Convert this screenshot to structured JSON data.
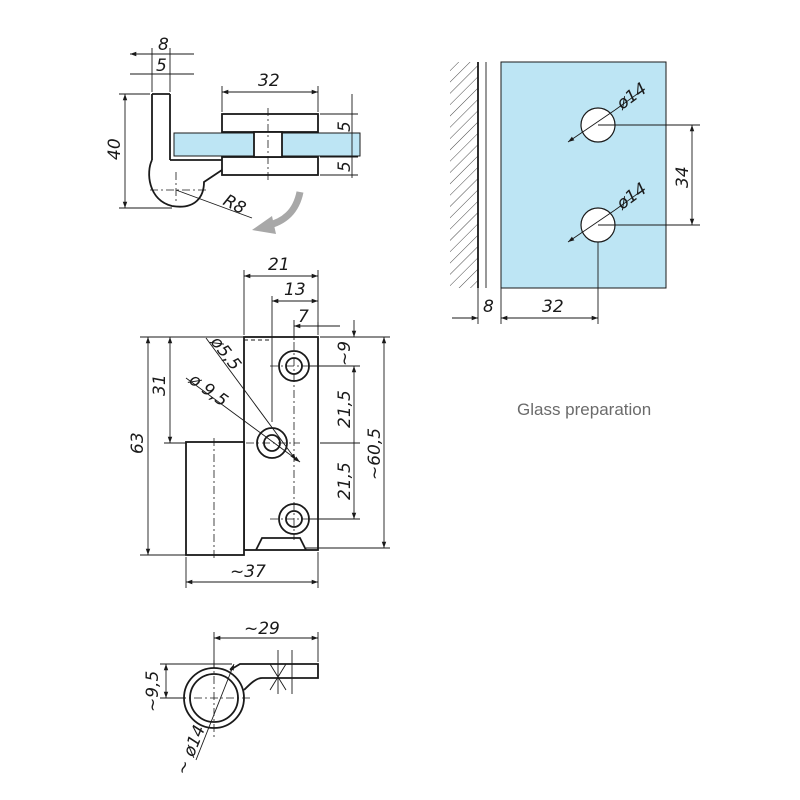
{
  "caption": "Glass preparation",
  "colors": {
    "glass": "#bde5f4",
    "line": "#1a1a1a",
    "caption": "#6b6b6b",
    "arrow": "#a8a8a8"
  },
  "top_view": {
    "d_8": "8",
    "d_5": "5",
    "d_32": "32",
    "d_40": "40",
    "d_5a": "5",
    "d_5b": "5",
    "d_r8": "R8"
  },
  "front_view": {
    "d_21": "21",
    "d_13": "13",
    "d_7": "7",
    "d_31": "31",
    "d_63": "63",
    "d_55": "ø5,5",
    "d_95": "ø 9,5",
    "d_9": "~9",
    "d_215a": "21,5",
    "d_215b": "21,5",
    "d_605": "~60,5",
    "d_37": "~37"
  },
  "bottom_view": {
    "d_29": "~29",
    "d_95": "~9,5",
    "d_14": "~ ø14"
  },
  "glass_prep": {
    "d_14a": "ø14",
    "d_14b": "ø14",
    "d_34": "34",
    "d_8": "8",
    "d_32": "32"
  }
}
